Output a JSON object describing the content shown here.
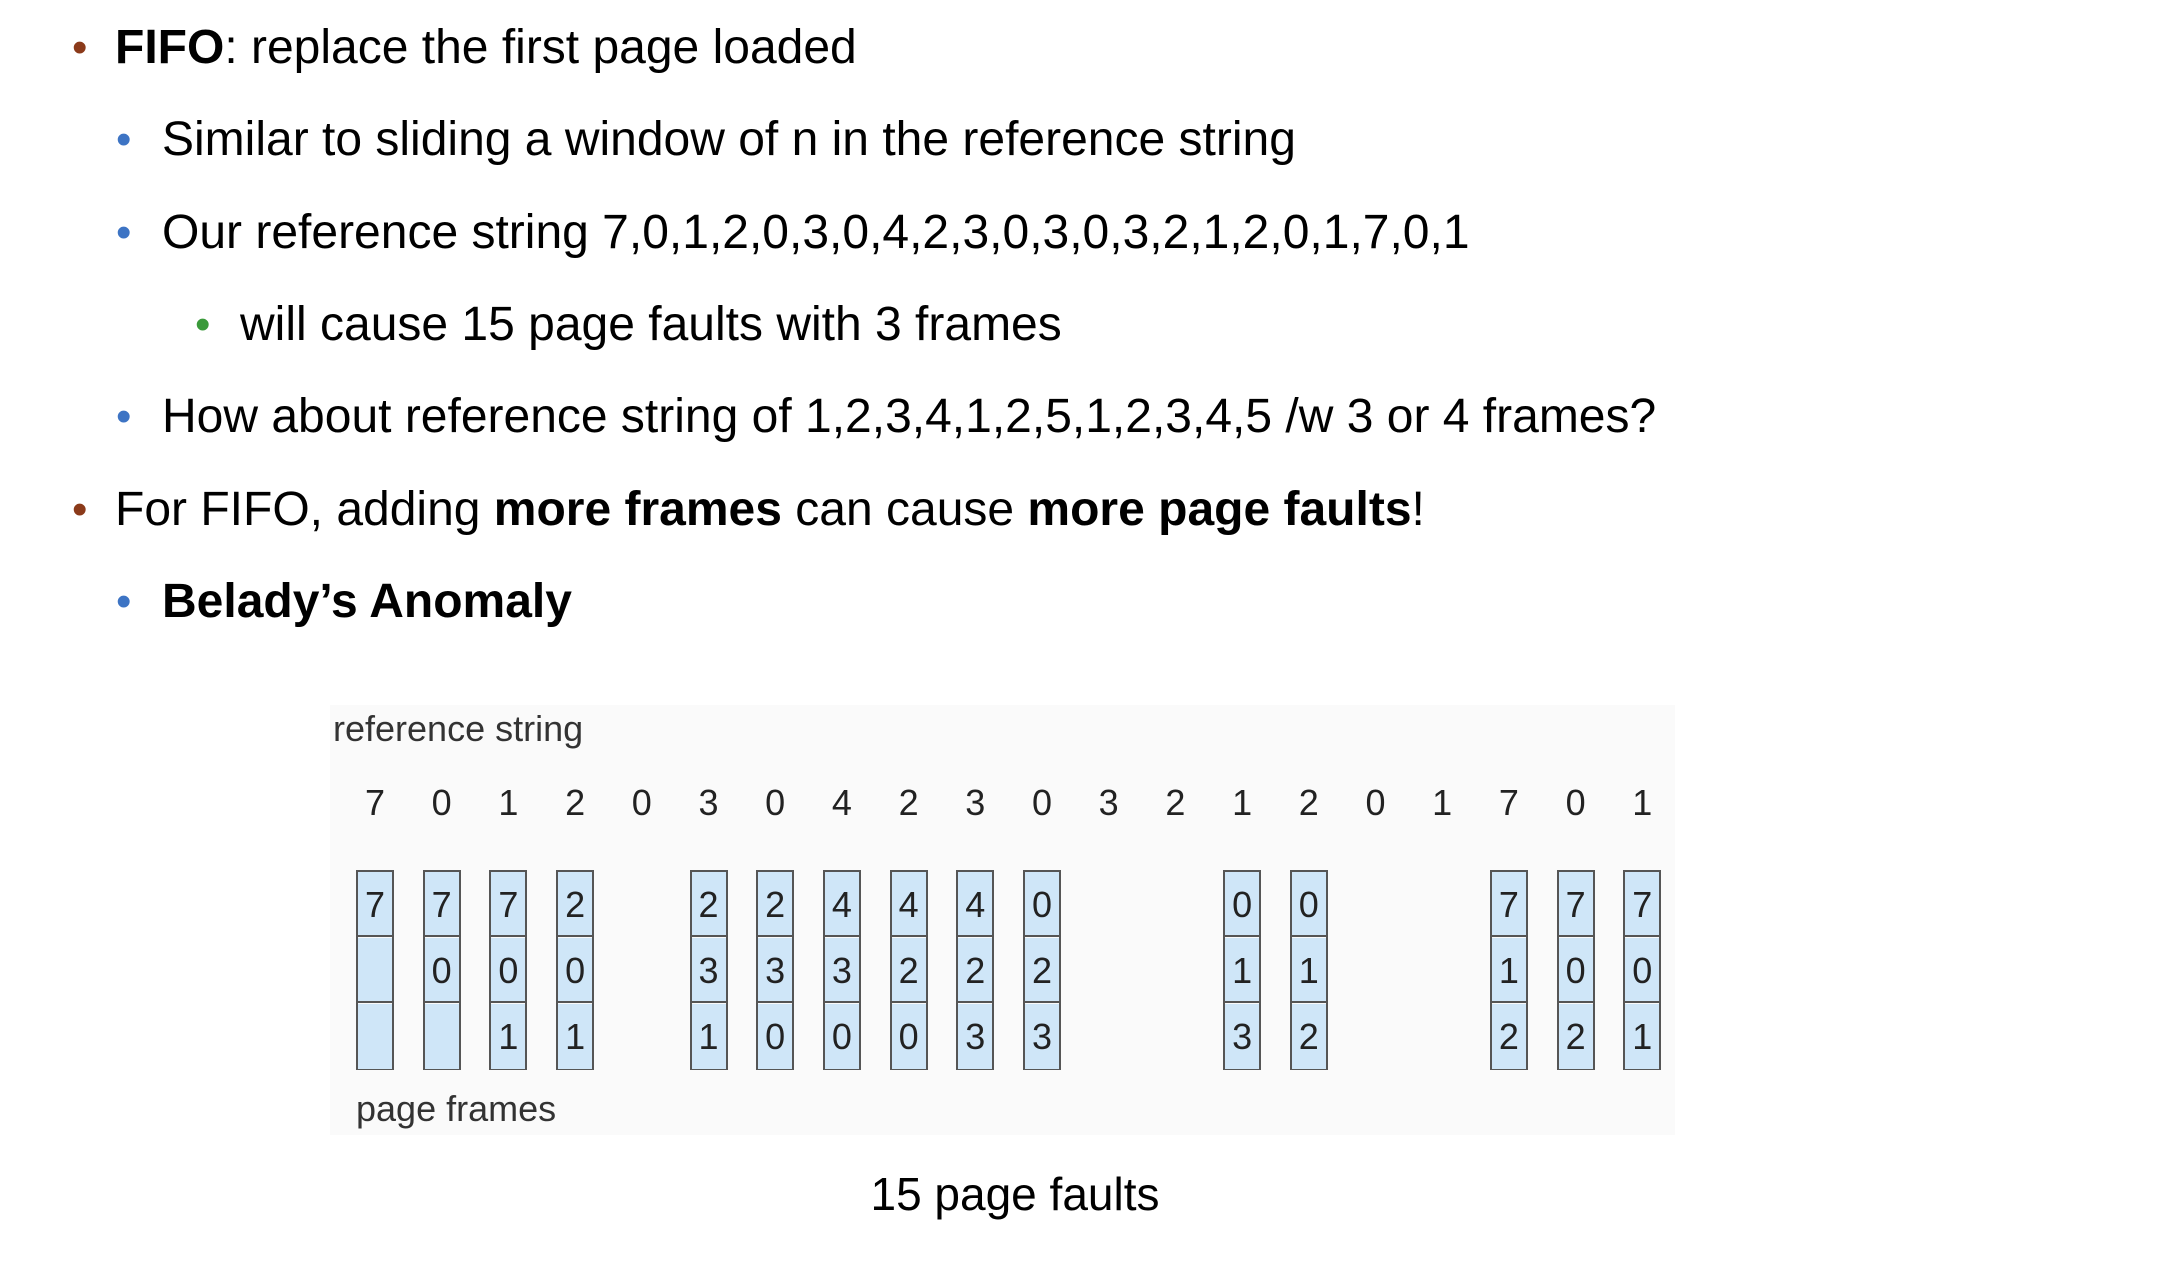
{
  "bullets": {
    "fifo_term": "FIFO",
    "fifo_desc": ": replace the first page loaded",
    "sliding": "Similar to sliding a window of n in the reference string",
    "our_ref": "Our reference string 7,0,1,2,0,3,0,4,2,3,0,3,0,3,2,1,2,0,1,7,0,1",
    "faults_note": "will cause 15 page faults with 3 frames",
    "how_about": "How about reference string of 1,2,3,4,1,2,5,1,2,3,4,5 /w 3 or 4 frames?",
    "for_fifo_a": "For FIFO, adding ",
    "more_frames": "more frames",
    "for_fifo_b": " can cause ",
    "more_faults": "more page faults",
    "for_fifo_c": "!",
    "belady": "Belady’s Anomaly"
  },
  "figure": {
    "ref_label": "reference string",
    "frames_label": "page frames",
    "reference": [
      "7",
      "0",
      "1",
      "2",
      "0",
      "3",
      "0",
      "4",
      "2",
      "3",
      "0",
      "3",
      "2",
      "1",
      "2",
      "0",
      "1",
      "7",
      "0",
      "1"
    ],
    "frames": [
      [
        "7",
        "",
        ""
      ],
      [
        "7",
        "0",
        ""
      ],
      [
        "7",
        "0",
        "1"
      ],
      [
        "2",
        "0",
        "1"
      ],
      null,
      [
        "2",
        "3",
        "1"
      ],
      [
        "2",
        "3",
        "0"
      ],
      [
        "4",
        "3",
        "0"
      ],
      [
        "4",
        "2",
        "0"
      ],
      [
        "4",
        "2",
        "3"
      ],
      [
        "0",
        "2",
        "3"
      ],
      null,
      null,
      [
        "0",
        "1",
        "3"
      ],
      [
        "0",
        "1",
        "2"
      ],
      null,
      null,
      [
        "7",
        "1",
        "2"
      ],
      [
        "7",
        "0",
        "2"
      ],
      [
        "7",
        "0",
        "1"
      ]
    ],
    "caption": "15 page faults"
  }
}
